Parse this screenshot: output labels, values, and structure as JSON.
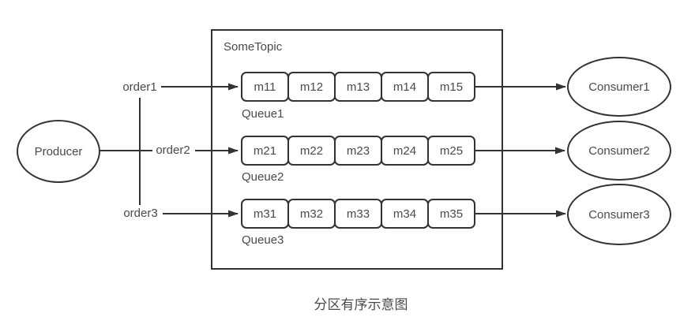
{
  "diagram": {
    "producer": {
      "label": "Producer"
    },
    "topic": {
      "title": "SomeTopic"
    },
    "orders": [
      {
        "label": "order1"
      },
      {
        "label": "order2"
      },
      {
        "label": "order3"
      }
    ],
    "queues": [
      {
        "label": "Queue1",
        "messages": [
          "m11",
          "m12",
          "m13",
          "m14",
          "m15"
        ]
      },
      {
        "label": "Queue2",
        "messages": [
          "m21",
          "m22",
          "m23",
          "m24",
          "m25"
        ]
      },
      {
        "label": "Queue3",
        "messages": [
          "m31",
          "m32",
          "m33",
          "m34",
          "m35"
        ]
      }
    ],
    "consumers": [
      {
        "label": "Consumer1"
      },
      {
        "label": "Consumer2"
      },
      {
        "label": "Consumer3"
      }
    ],
    "caption": "分区有序示意图",
    "colors": {
      "stroke": "#333333",
      "text": "#4a4a4a",
      "background": "#ffffff"
    }
  }
}
